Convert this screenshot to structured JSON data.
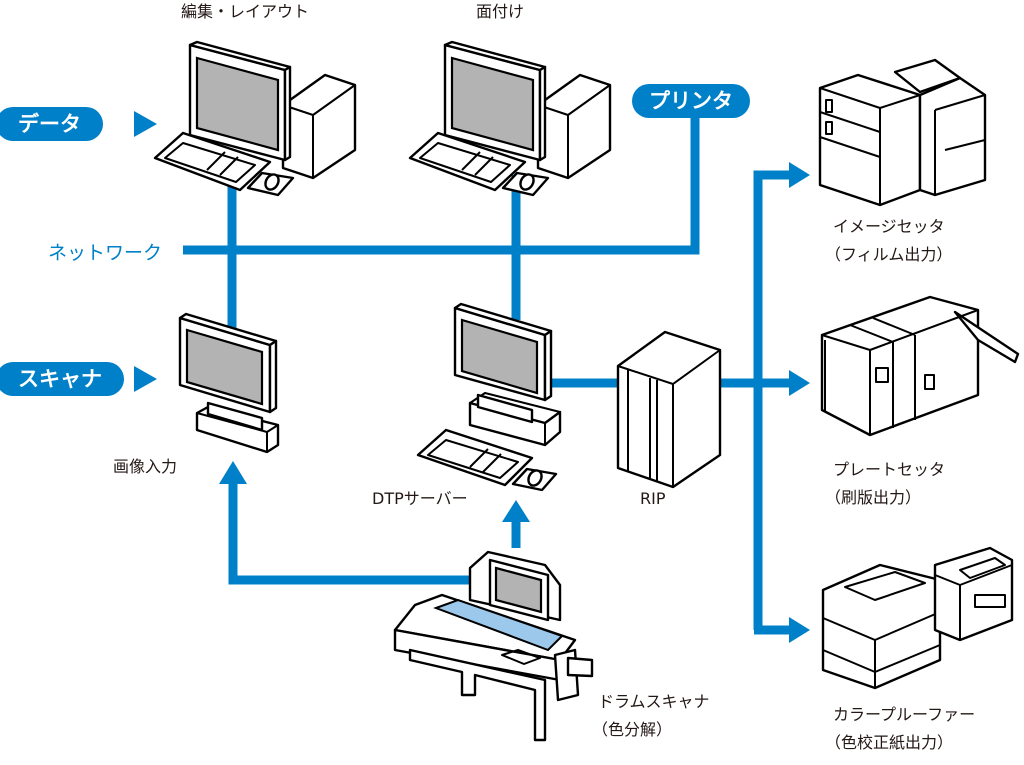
{
  "colors": {
    "accent": "#0080c8",
    "screen": "#b3b3b3",
    "drum": "#9cc8ec",
    "text": "#231815"
  },
  "inputs": [
    {
      "label": "データ",
      "target": "編集・レイアウト"
    },
    {
      "label": "スキャナ",
      "target": "画像入力"
    }
  ],
  "printer_label": "プリンタ",
  "network_label": "ネットワーク",
  "nodes": {
    "edit_layout": "編集・レイアウト",
    "imposition": "面付け",
    "image_input": "画像入力",
    "dtp_server": "DTPサーバー",
    "rip": "RIP",
    "drum_scanner": {
      "name": "ドラムスキャナ",
      "sub": "（色分解）"
    }
  },
  "outputs": [
    {
      "name": "イメージセッタ",
      "sub": "（フィルム出力）"
    },
    {
      "name": "プレートセッタ",
      "sub": "（刷版出力）"
    },
    {
      "name": "カラープルーファー",
      "sub": "（色校正紙出力）"
    }
  ]
}
